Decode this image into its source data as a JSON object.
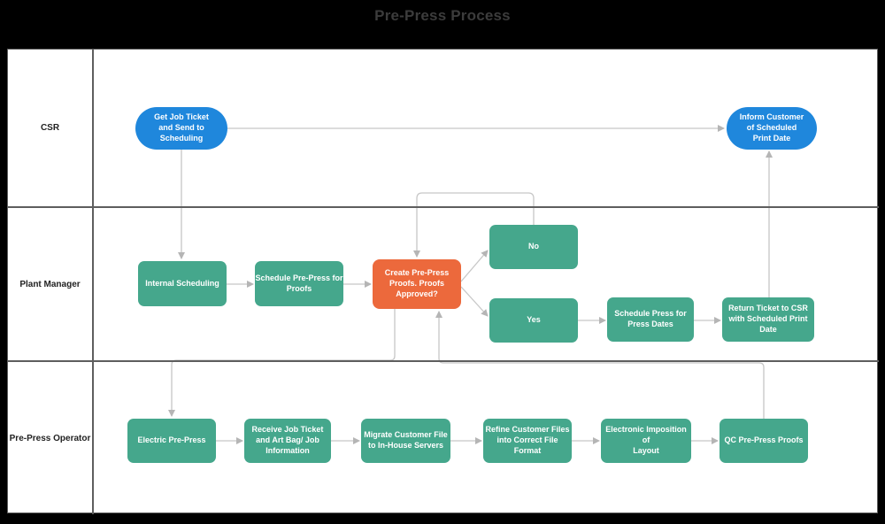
{
  "title": "Pre-Press Process",
  "lanes": [
    {
      "label": "CSR"
    },
    {
      "label": "Plant Manager"
    },
    {
      "label": "Pre-Press Operator"
    }
  ],
  "colors": {
    "node_blue": "#1f87dc",
    "node_green": "#45a78c",
    "node_orange": "#ec693c",
    "connector": "#c7c7c7",
    "connector_arrow": "#b5b5b5",
    "lane_border": "#5e5e5e",
    "background": "#000000",
    "panel": "#ffffff",
    "title_text": "#3c3c3c",
    "node_text": "#ffffff",
    "lane_text": "#222222"
  },
  "nodes": [
    {
      "id": "get-job-ticket",
      "shape": "terminator",
      "lane": "CSR",
      "label": "Get Job Ticket\nand Send to\nScheduling"
    },
    {
      "id": "inform-customer",
      "shape": "terminator",
      "lane": "CSR",
      "label": "Inform Customer\nof Scheduled\nPrint Date"
    },
    {
      "id": "internal-scheduling",
      "shape": "process",
      "lane": "Plant Manager",
      "label": "Internal Scheduling"
    },
    {
      "id": "schedule-pre-press-for-proofs",
      "shape": "process",
      "lane": "Plant Manager",
      "label": "Schedule Pre-Press for\nProofs"
    },
    {
      "id": "create-pre-press-proofs",
      "shape": "decision",
      "lane": "Plant Manager",
      "label": "Create Pre-Press\nProofs. Proofs\nApproved?"
    },
    {
      "id": "no",
      "shape": "process",
      "lane": "Plant Manager",
      "label": "No"
    },
    {
      "id": "yes",
      "shape": "process",
      "lane": "Plant Manager",
      "label": "Yes"
    },
    {
      "id": "schedule-press-for-press-dates",
      "shape": "process",
      "lane": "Plant Manager",
      "label": "Schedule Press for\nPress Dates"
    },
    {
      "id": "return-ticket-to-csr",
      "shape": "process",
      "lane": "Plant Manager",
      "label": "Return Ticket to CSR\nwith Scheduled Print\nDate"
    },
    {
      "id": "electric-pre-press",
      "shape": "process",
      "lane": "Pre-Press Operator",
      "label": "Electric Pre-Press"
    },
    {
      "id": "receive-job-ticket",
      "shape": "process",
      "lane": "Pre-Press Operator",
      "label": "Receive Job Ticket\nand Art Bag/ Job\nInformation"
    },
    {
      "id": "migrate-customer-file",
      "shape": "process",
      "lane": "Pre-Press Operator",
      "label": "Migrate Customer File\nto In-House Servers"
    },
    {
      "id": "refine-customer-files",
      "shape": "process",
      "lane": "Pre-Press Operator",
      "label": "Refine Customer Files\ninto Correct File\nFormat"
    },
    {
      "id": "electronic-imposition",
      "shape": "process",
      "lane": "Pre-Press Operator",
      "label": "Electronic Imposition\nof\nLayout"
    },
    {
      "id": "qc-pre-press-proofs",
      "shape": "process",
      "lane": "Pre-Press Operator",
      "label": "QC Pre-Press Proofs"
    }
  ]
}
